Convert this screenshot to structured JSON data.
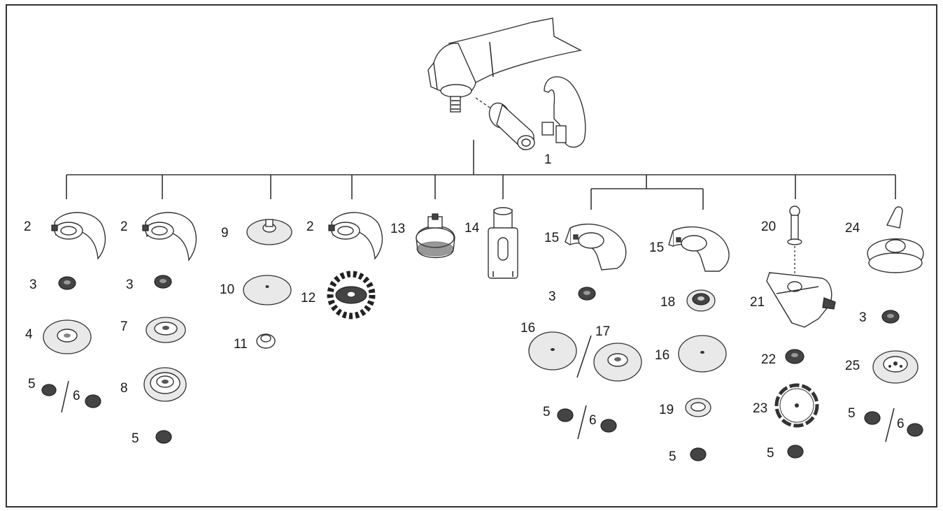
{
  "diagram": {
    "labels": {
      "l1": "1",
      "l2a": "2",
      "l2b": "2",
      "l2c": "2",
      "l3a": "3",
      "l3b": "3",
      "l3c": "3",
      "l3d": "3",
      "l4": "4",
      "l5a": "5",
      "l5b": "5",
      "l5c": "5",
      "l5d": "5",
      "l5e": "5",
      "l5f": "5",
      "l6a": "6",
      "l6b": "6",
      "l6c": "6",
      "l7": "7",
      "l8": "8",
      "l9": "9",
      "l10": "10",
      "l11": "11",
      "l12": "12",
      "l13": "13",
      "l14": "14",
      "l15a": "15",
      "l15b": "15",
      "l16a": "16",
      "l16b": "16",
      "l17": "17",
      "l18": "18",
      "l19": "19",
      "l20": "20",
      "l21": "21",
      "l22": "22",
      "l23": "23",
      "l24": "24",
      "l25": "25"
    }
  }
}
